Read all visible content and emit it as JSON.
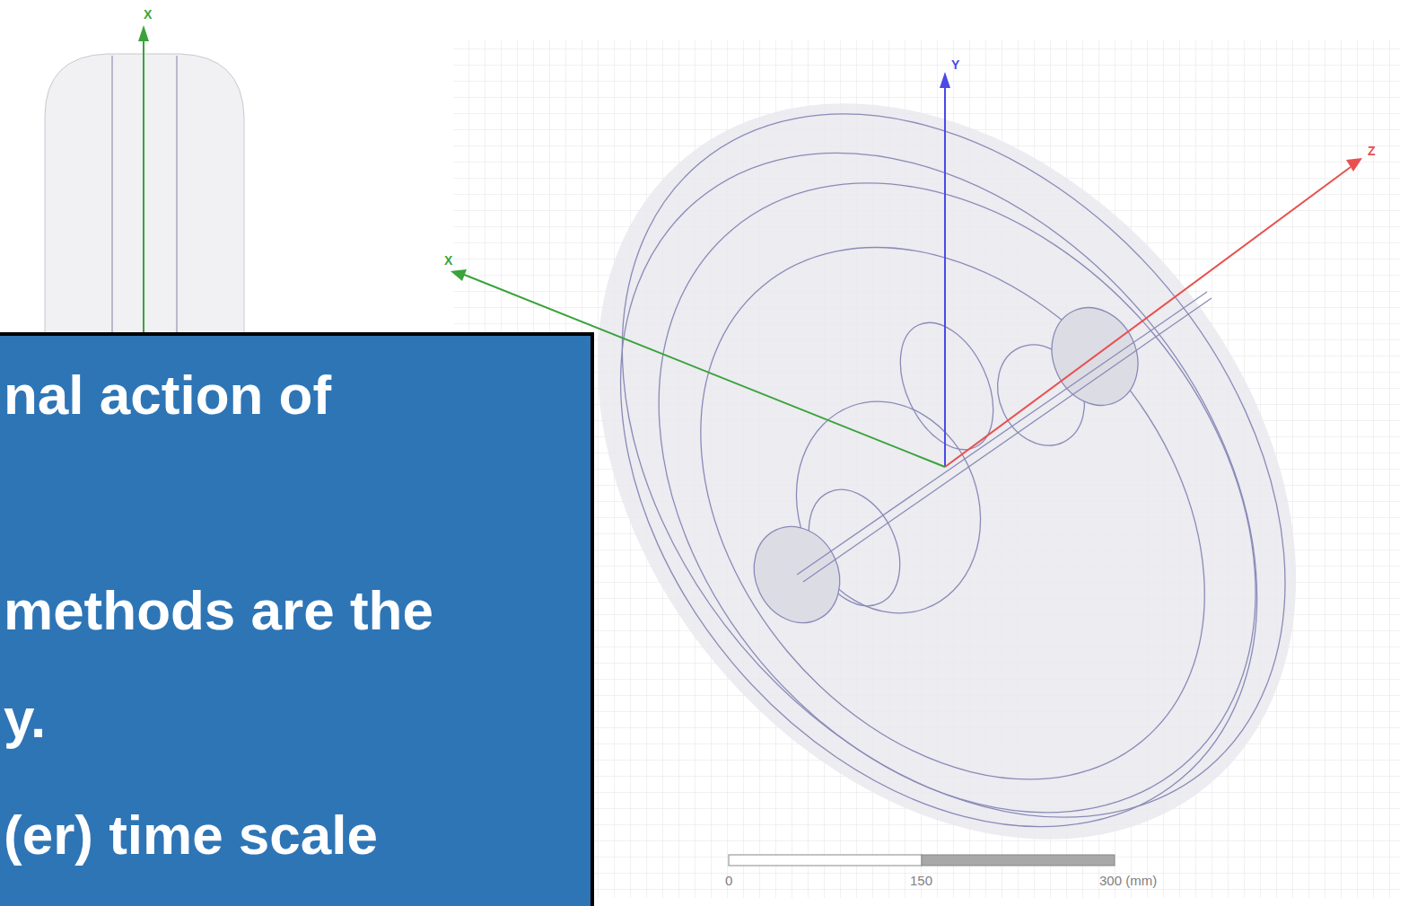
{
  "diagram": {
    "nodes": [
      {
        "text": [
          "nal action of",
          "methods are the",
          "y.",
          "(er) time scale"
        ]
      }
    ],
    "labels": [
      "X",
      "Y",
      "Z",
      "X",
      "0",
      "150",
      "300 (mm)"
    ]
  }
}
